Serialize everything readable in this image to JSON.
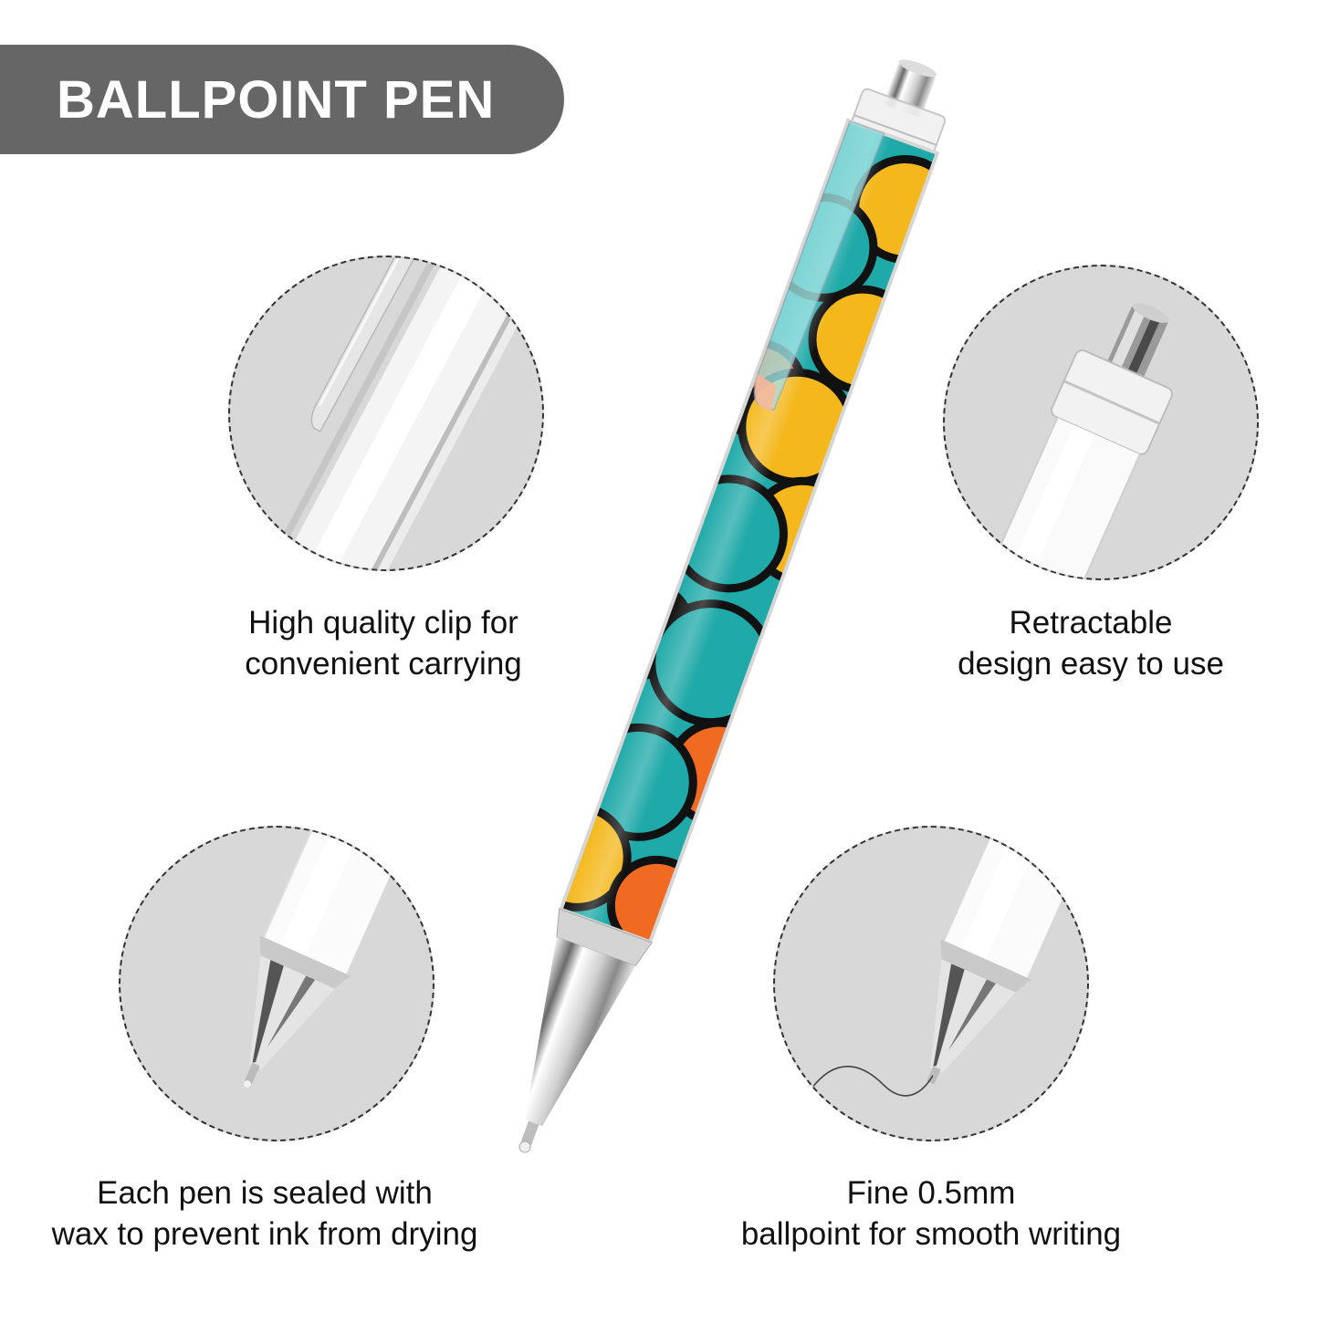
{
  "banner": {
    "title": "BALLPOINT PEN",
    "color": "#666666"
  },
  "features": [
    {
      "id": "clip",
      "lines": [
        "High quality clip for",
        "convenient carrying"
      ],
      "image": "clip-closeup"
    },
    {
      "id": "retractable",
      "lines": [
        "Retractable",
        "design easy to use"
      ],
      "image": "plunger-closeup"
    },
    {
      "id": "wax",
      "lines": [
        "Each pen is sealed with",
        "wax to prevent ink from drying"
      ],
      "image": "tip-closeup"
    },
    {
      "id": "fine",
      "lines": [
        "Fine 0.5mm",
        "ballpoint for smooth writing"
      ],
      "image": "tip-writing-closeup"
    }
  ],
  "product": {
    "name": "ballpoint pen",
    "pattern_colors": {
      "teal": "#1fa9a8",
      "yellow": "#f4b81c",
      "orange": "#f06a22",
      "outline": "#111111"
    }
  },
  "colors": {
    "circle_bg": "#d8d8d8",
    "circle_border": "#333333",
    "text": "#111111"
  }
}
